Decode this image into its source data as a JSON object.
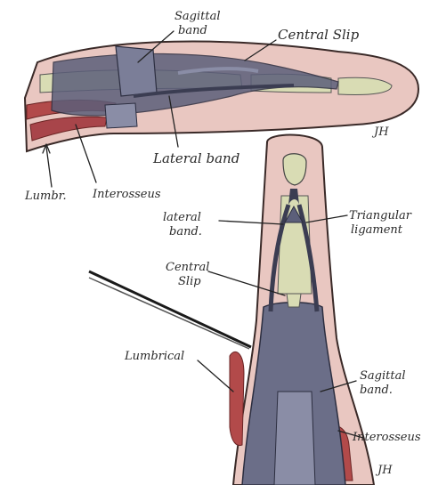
{
  "figure_top": {
    "labels": {
      "sagittal_band": [
        "Sagittal",
        "band"
      ],
      "central_slip": "Central Slip",
      "lateral_band": "Lateral band",
      "lumbr": "Lumbr.",
      "interosseus": "Interosseus"
    },
    "signature": "JH"
  },
  "figure_bottom": {
    "labels": {
      "lateral_band": [
        "lateral",
        "band."
      ],
      "triangular_ligament": [
        "Triangular",
        "ligament"
      ],
      "central_slip": [
        "Central",
        "Slip"
      ],
      "lumbrical": "Lumbrical",
      "sagittal_band": [
        "Sagittal",
        "band."
      ],
      "interosseus": "Interosseus"
    },
    "signature": "JH"
  },
  "colors": {
    "skin": "#e8c6c0",
    "skin_outline": "#3a2a28",
    "bone": "#d9dcb4",
    "tendon": "#5c5f7a",
    "tendon_light": "#8a8da6",
    "muscle": "#b24a4a",
    "ink": "#222222"
  }
}
